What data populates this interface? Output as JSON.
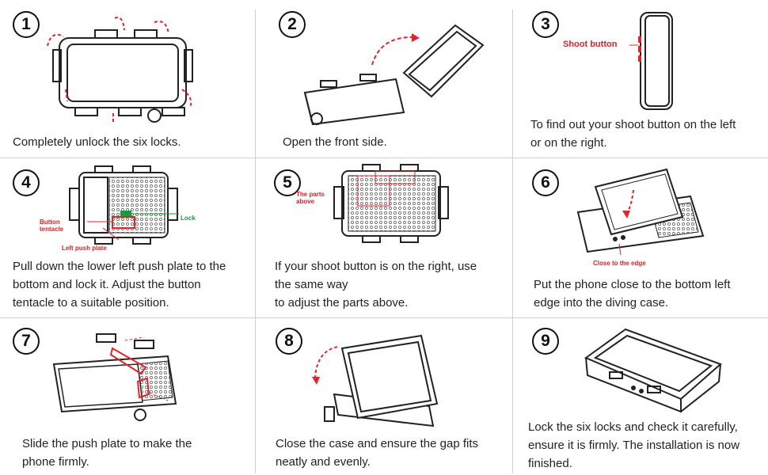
{
  "steps": [
    {
      "num": "1",
      "lines": [
        "Completely unlock the six locks."
      ]
    },
    {
      "num": "2",
      "lines": [
        "Open the front side."
      ]
    },
    {
      "num": "3",
      "lines": [
        "To find out your shoot button on the left",
        "or on the right."
      ]
    },
    {
      "num": "4",
      "lines": [
        "Pull down the lower left push plate to the",
        "bottom and lock it. Adjust the button",
        "tentacle to a suitable position."
      ]
    },
    {
      "num": "5",
      "lines": [
        "If your shoot button is on the right, use",
        "the same way",
        "to adjust the parts above."
      ]
    },
    {
      "num": "6",
      "lines": [
        "Put the phone close to the bottom left",
        "edge into the  diving case."
      ]
    },
    {
      "num": "7",
      "lines": [
        "Slide the push plate to make the",
        "phone firmly."
      ]
    },
    {
      "num": "8",
      "lines": [
        "Close the case and ensure the gap fits",
        "neatly and evenly."
      ]
    },
    {
      "num": "9",
      "lines": [
        "Lock the six locks and check it carefully,",
        "ensure it is firmly.  The installation is now",
        "finished."
      ]
    }
  ],
  "labels": {
    "shoot_button": "Shoot button",
    "button_tentacle_1": "Button",
    "button_tentacle_2": "tentacle",
    "lock": "Lock",
    "left_push_plate": "Left push plate",
    "parts_above_1": "The parts",
    "parts_above_2": "above",
    "close_to_edge": "Close to the edge"
  },
  "colors": {
    "accent_red": "#e0262b",
    "accent_green": "#1a9a3a",
    "line": "#222222"
  }
}
